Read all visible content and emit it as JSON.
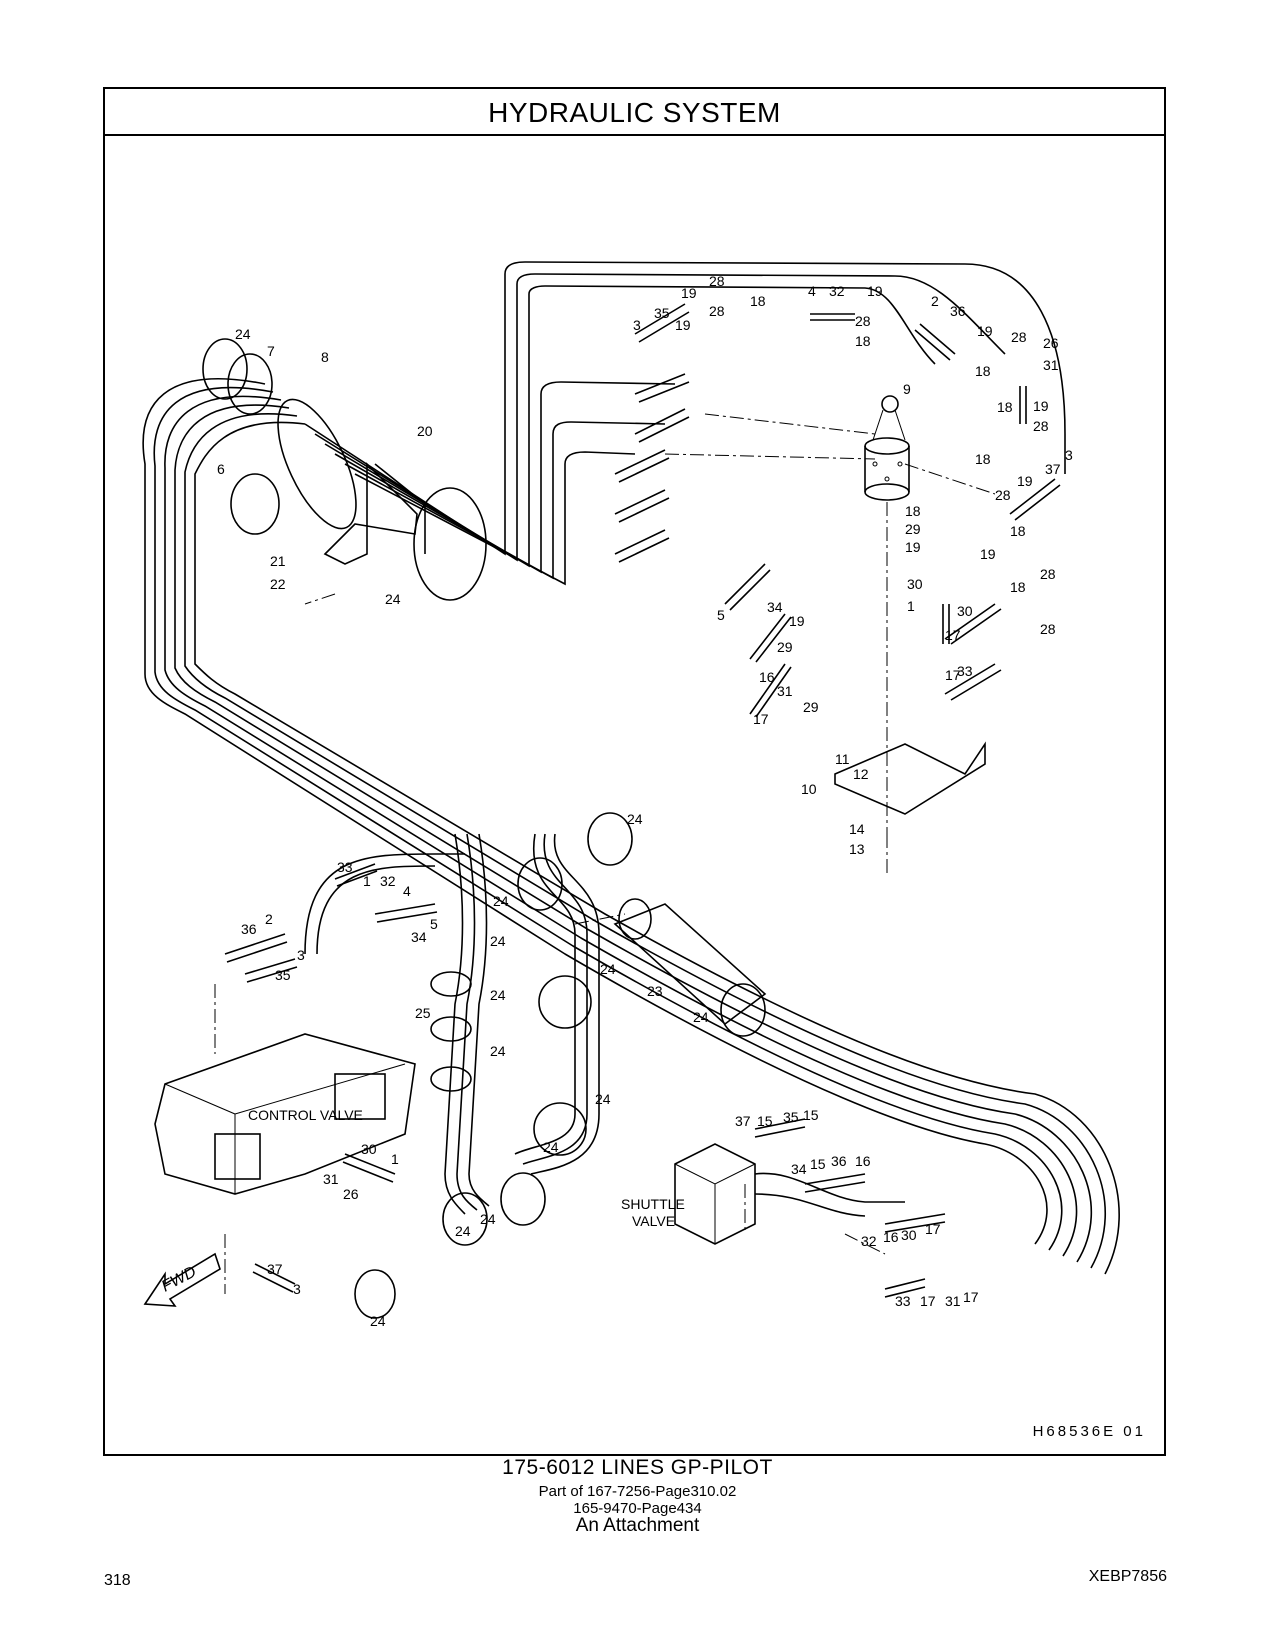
{
  "title": "HYDRAULIC   SYSTEM",
  "figure_code": "H68536E    01",
  "caption": {
    "title": "175-6012   LINES  GP-PILOT",
    "line1": "Part of 167-7256-Page310.02",
    "line2": "165-9470-Page434",
    "line3": "An Attachment"
  },
  "page_number": "318",
  "document_code": "XEBP7856",
  "labels": {
    "control_valve": "CONTROL VALVE",
    "shuttle_valve_1": "SHUTTLE",
    "shuttle_valve_2": "VALVE",
    "fwd": "FWD"
  },
  "callouts": [
    "1",
    "2",
    "3",
    "4",
    "5",
    "6",
    "7",
    "8",
    "9",
    "10",
    "11",
    "12",
    "13",
    "14",
    "15",
    "16",
    "17",
    "18",
    "19",
    "20",
    "21",
    "22",
    "23",
    "24",
    "25",
    "26",
    "27",
    "28",
    "29",
    "30",
    "31",
    "32",
    "33",
    "34",
    "35",
    "36",
    "37"
  ]
}
